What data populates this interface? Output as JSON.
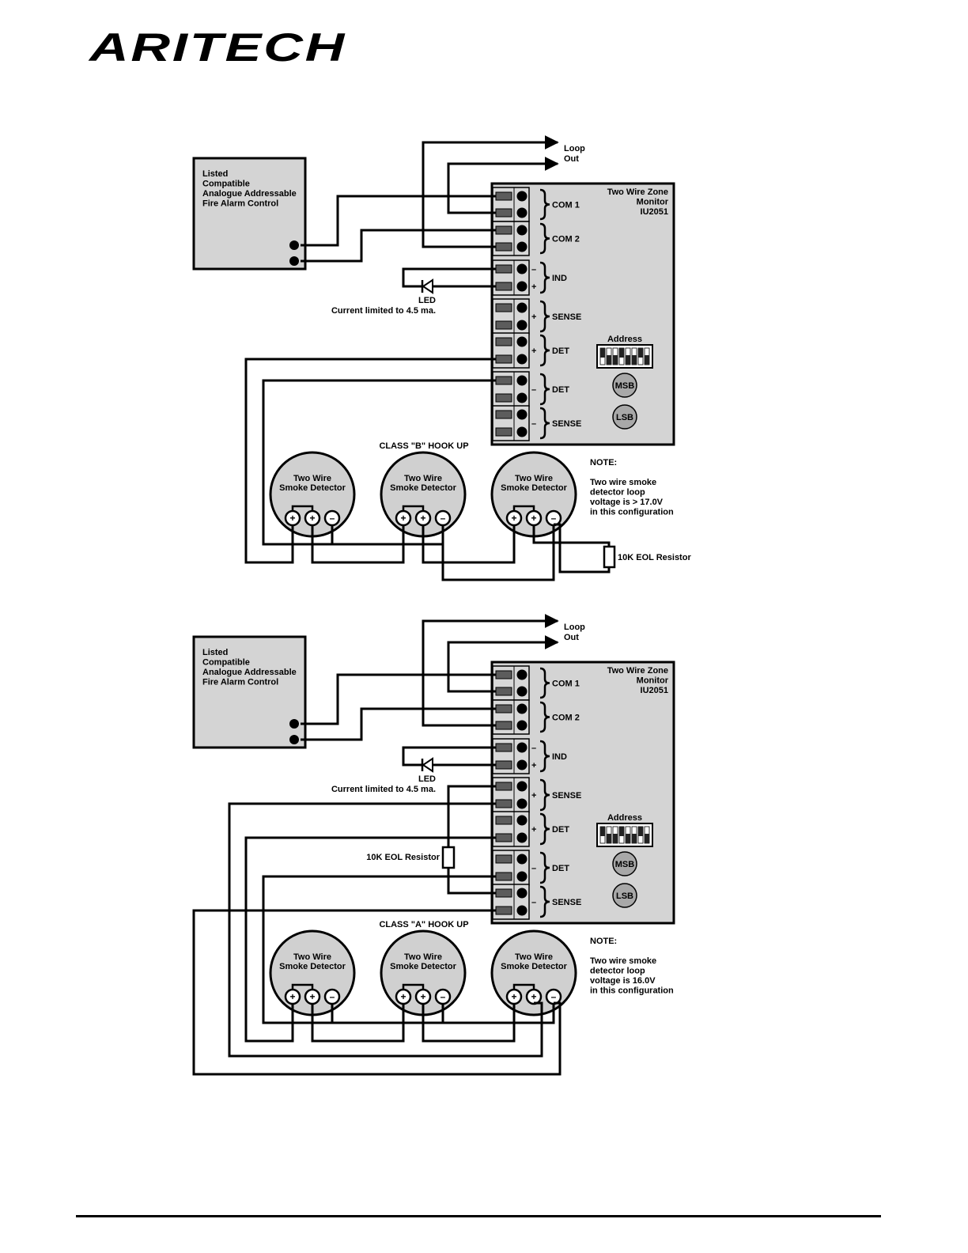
{
  "brand": {
    "logo_text": "ARITECH"
  },
  "diagrams": [
    {
      "id": "class-b",
      "panel_lines": [
        "Listed",
        "Compatible",
        "Analogue Addressable",
        "Fire Alarm Control"
      ],
      "loop_out": [
        "Loop",
        "Out"
      ],
      "module_title": [
        "Two Wire Zone",
        "Monitor",
        "IU2051"
      ],
      "terminals": [
        {
          "label": "COM 1",
          "sign": ""
        },
        {
          "label": "COM 2",
          "sign": ""
        },
        {
          "label": "IND",
          "signs": [
            "–",
            "+"
          ]
        },
        {
          "label": "SENSE",
          "sign": "+"
        },
        {
          "label": "DET",
          "sign": "+"
        },
        {
          "label": "DET",
          "sign": "–"
        },
        {
          "label": "SENSE",
          "sign": "–"
        }
      ],
      "led_label": "LED",
      "led_note": "Current limited to 4.5 ma.",
      "address_label": "Address",
      "msb": "MSB",
      "lsb": "LSB",
      "hookup_title": "CLASS \"B\" HOOK UP",
      "detector_lines": [
        "Two Wire",
        "Smoke Detector"
      ],
      "terminal_symbols": [
        "+",
        "+",
        "–"
      ],
      "note_title": "NOTE:",
      "note_lines": [
        "Two wire smoke",
        "detector loop",
        "voltage is > 17.0V",
        "in this configuration"
      ],
      "eol_label": "10K EOL Resistor"
    },
    {
      "id": "class-a",
      "panel_lines": [
        "Listed",
        "Compatible",
        "Analogue Addressable",
        "Fire Alarm Control"
      ],
      "loop_out": [
        "Loop",
        "Out"
      ],
      "module_title": [
        "Two Wire Zone",
        "Monitor",
        "IU2051"
      ],
      "terminals": [
        {
          "label": "COM 1",
          "sign": ""
        },
        {
          "label": "COM 2",
          "sign": ""
        },
        {
          "label": "IND",
          "signs": [
            "–",
            "+"
          ]
        },
        {
          "label": "SENSE",
          "sign": "+"
        },
        {
          "label": "DET",
          "sign": "+"
        },
        {
          "label": "DET",
          "sign": "–"
        },
        {
          "label": "SENSE",
          "sign": "–"
        }
      ],
      "led_label": "LED",
      "led_note": "Current limited to 4.5 ma.",
      "address_label": "Address",
      "msb": "MSB",
      "lsb": "LSB",
      "hookup_title": "CLASS \"A\" HOOK UP",
      "detector_lines": [
        "Two Wire",
        "Smoke Detector"
      ],
      "terminal_symbols": [
        "+",
        "+",
        "–"
      ],
      "note_title": "NOTE:",
      "note_lines": [
        "Two wire smoke",
        "detector loop",
        "voltage is 16.0V",
        "in this configuration"
      ],
      "eol_label": "10K EOL Resistor"
    }
  ]
}
